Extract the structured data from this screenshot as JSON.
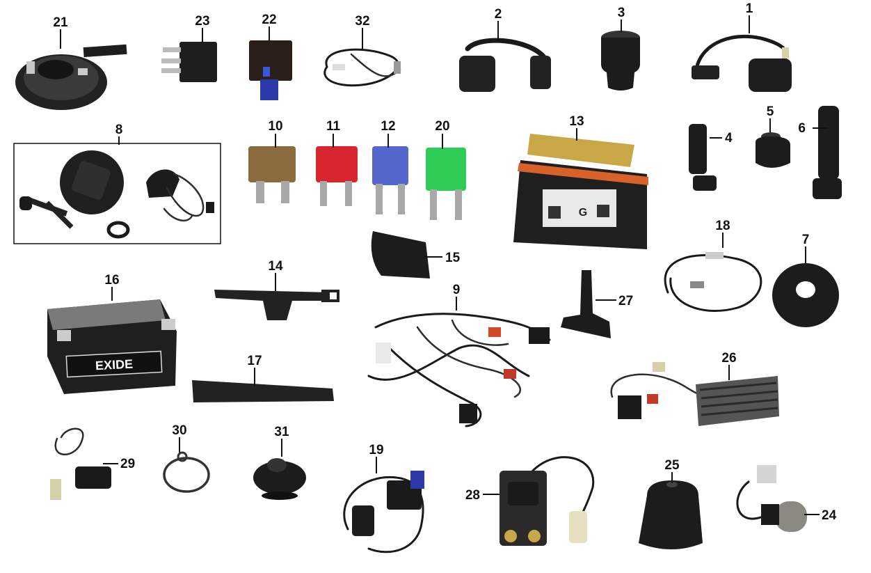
{
  "callouts": [
    {
      "id": "p21",
      "text": "21"
    },
    {
      "id": "p23",
      "text": "23"
    },
    {
      "id": "p22",
      "text": "22"
    },
    {
      "id": "p32",
      "text": "32"
    },
    {
      "id": "p2",
      "text": "2"
    },
    {
      "id": "p3",
      "text": "3"
    },
    {
      "id": "p1",
      "text": "1"
    },
    {
      "id": "p8",
      "text": "8"
    },
    {
      "id": "p10",
      "text": "10"
    },
    {
      "id": "p11",
      "text": "11"
    },
    {
      "id": "p12",
      "text": "12"
    },
    {
      "id": "p20",
      "text": "20"
    },
    {
      "id": "p13",
      "text": "13"
    },
    {
      "id": "p4",
      "text": "4"
    },
    {
      "id": "p5",
      "text": "5"
    },
    {
      "id": "p6",
      "text": "6"
    },
    {
      "id": "p15",
      "text": "15"
    },
    {
      "id": "p18",
      "text": "18"
    },
    {
      "id": "p7",
      "text": "7"
    },
    {
      "id": "p16",
      "text": "16"
    },
    {
      "id": "p14",
      "text": "14"
    },
    {
      "id": "p9",
      "text": "9"
    },
    {
      "id": "p27",
      "text": "27"
    },
    {
      "id": "p17",
      "text": "17"
    },
    {
      "id": "p26",
      "text": "26"
    },
    {
      "id": "p29",
      "text": "29"
    },
    {
      "id": "p30",
      "text": "30"
    },
    {
      "id": "p31",
      "text": "31"
    },
    {
      "id": "p19",
      "text": "19"
    },
    {
      "id": "p28",
      "text": "28"
    },
    {
      "id": "p25",
      "text": "25"
    },
    {
      "id": "p24",
      "text": "24"
    }
  ],
  "battery_brand": "EXIDE",
  "ecu_label_letter": "G",
  "colors": {
    "fuse_10": "#8b6a3e",
    "fuse_11": "#d8262e",
    "fuse_12": "#5566cc",
    "fuse_20": "#2ecc55",
    "ecu_band": "#d9622a",
    "ecu_pins": "#c9a646"
  }
}
